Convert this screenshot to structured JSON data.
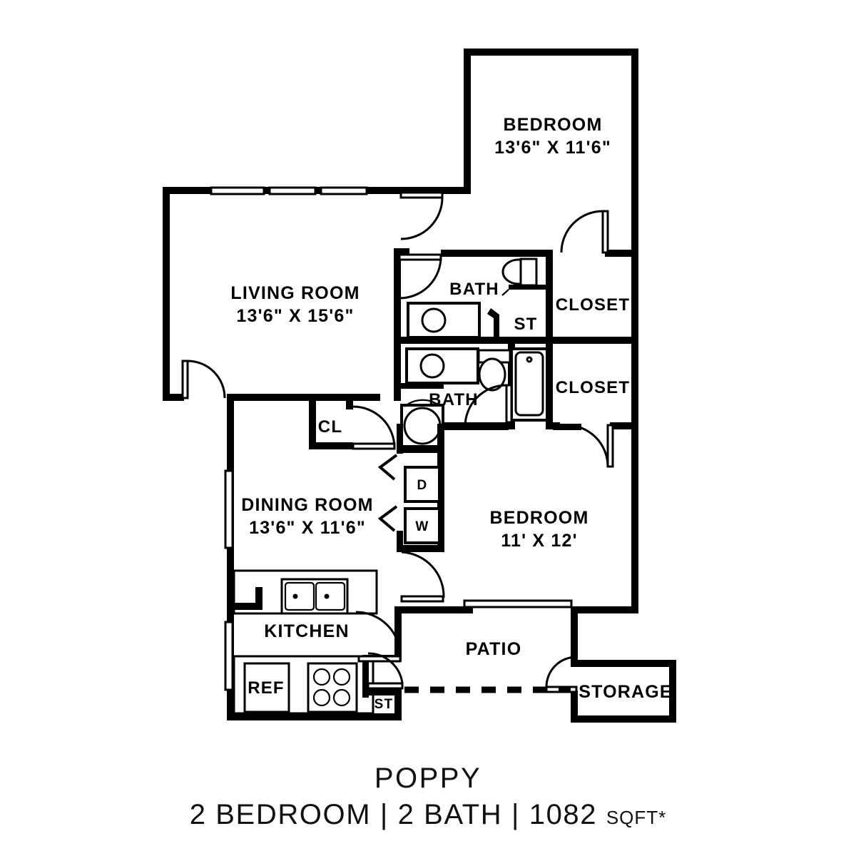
{
  "plan": {
    "name": "POPPY",
    "summary_bedrooms": "2 BEDROOM",
    "separator": "|",
    "summary_baths": "2 BATH",
    "summary_area_value": "1082",
    "summary_area_unit": "SQFT*",
    "subtitle_full": "2 BEDROOM | 2 BATH | 1082 SQFT*",
    "line_color": "#000000",
    "background_color": "#ffffff"
  },
  "rooms": {
    "bedroom_master": {
      "name": "BEDROOM",
      "dimensions": "13'6\" X 11'6\""
    },
    "living_room": {
      "name": "LIVING ROOM",
      "dimensions": "13'6\" X 15'6\""
    },
    "dining_room": {
      "name": "DINING ROOM",
      "dimensions": "13'6\" X 11'6\""
    },
    "bedroom_second": {
      "name": "BEDROOM",
      "dimensions": "11' X 12'"
    },
    "bath_upper": {
      "name": "BATH"
    },
    "bath_lower": {
      "name": "BATH"
    },
    "closet_upper": {
      "name": "CLOSET"
    },
    "closet_lower": {
      "name": "CLOSET"
    },
    "kitchen": {
      "name": "KITCHEN"
    },
    "patio": {
      "name": "PATIO"
    },
    "storage": {
      "name": "STORAGE"
    },
    "coat_closet": {
      "name": "CL"
    },
    "storage_bath": {
      "name": "ST"
    },
    "storage_kitchen": {
      "name": "ST"
    }
  },
  "appliances": {
    "refrigerator": "REF",
    "dryer": "D",
    "washer": "W"
  }
}
